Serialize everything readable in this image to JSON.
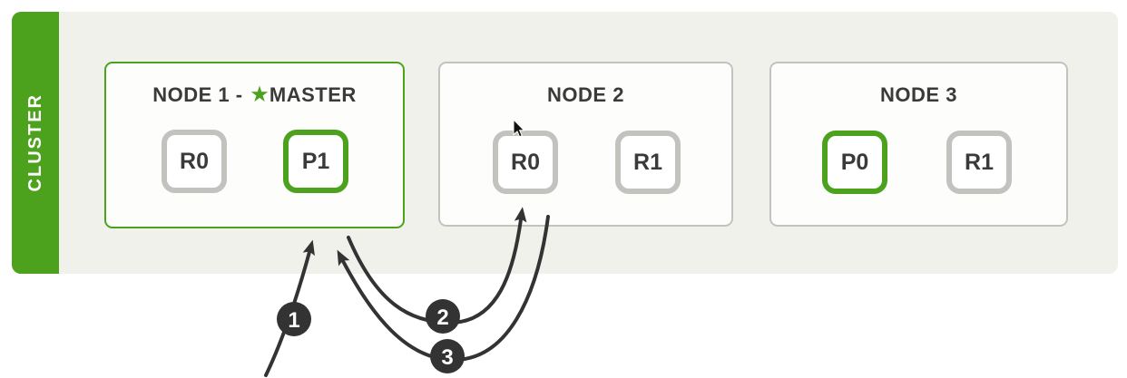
{
  "cluster": {
    "label": "CLUSTER",
    "nodes": [
      {
        "title_prefix": "NODE 1 -",
        "star_glyph": "★",
        "master_label": "MASTER",
        "is_master": true,
        "shards": [
          {
            "label": "R0",
            "type": "replica"
          },
          {
            "label": "P1",
            "type": "primary"
          }
        ]
      },
      {
        "title": "NODE 2",
        "is_master": false,
        "shards": [
          {
            "label": "R0",
            "type": "replica"
          },
          {
            "label": "R1",
            "type": "replica"
          }
        ]
      },
      {
        "title": "NODE 3",
        "is_master": false,
        "shards": [
          {
            "label": "P0",
            "type": "primary"
          },
          {
            "label": "R1",
            "type": "replica"
          }
        ]
      }
    ]
  },
  "flow_steps": [
    "1",
    "2",
    "3"
  ],
  "colors": {
    "accent_green": "#4ca11d",
    "border_gray": "#c2c2bf",
    "arrow_dark": "#333333",
    "band_bg": "#f1f1ec"
  }
}
